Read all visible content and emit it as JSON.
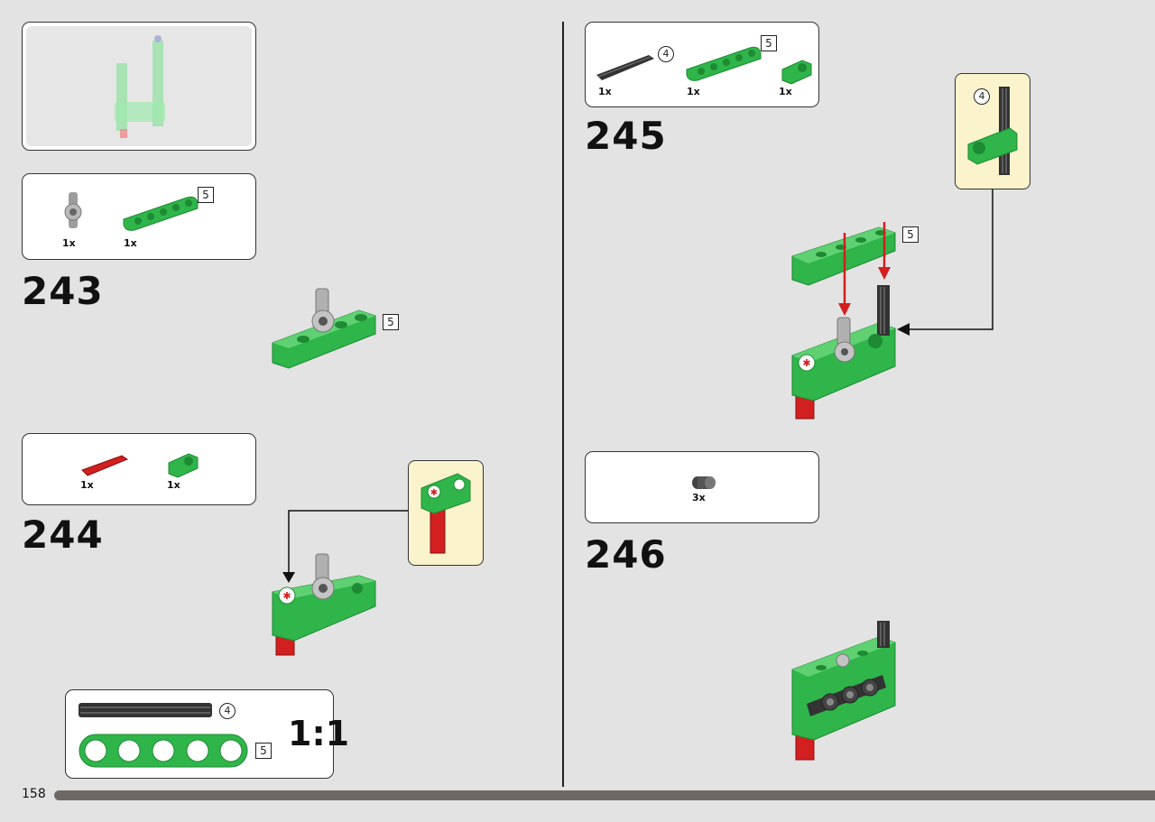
{
  "page": {
    "number": "158"
  },
  "steps": [
    {
      "number": "243",
      "parts": [
        {
          "qty": "1x"
        },
        {
          "qty": "1x",
          "size": "5"
        }
      ],
      "model_size": "5"
    },
    {
      "number": "244",
      "parts": [
        {
          "qty": "1x"
        },
        {
          "qty": "1x"
        }
      ]
    },
    {
      "number": "245",
      "parts": [
        {
          "qty": "1x",
          "size": "4"
        },
        {
          "qty": "1x",
          "size": "5"
        },
        {
          "qty": "1x"
        }
      ],
      "model_size": "5",
      "callout_size": "4"
    },
    {
      "number": "246",
      "parts": [
        {
          "qty": "3x"
        }
      ]
    }
  ],
  "scale_box": {
    "ratio": "1:1",
    "axle_size": "4",
    "beam_size": "5"
  },
  "colors": {
    "green": "#2fb54a",
    "dark_green": "#1e8a33",
    "red": "#d21f1f",
    "gray": "#9d9d9d",
    "callout": "#fbf3cb",
    "background": "#e3e3e3"
  }
}
